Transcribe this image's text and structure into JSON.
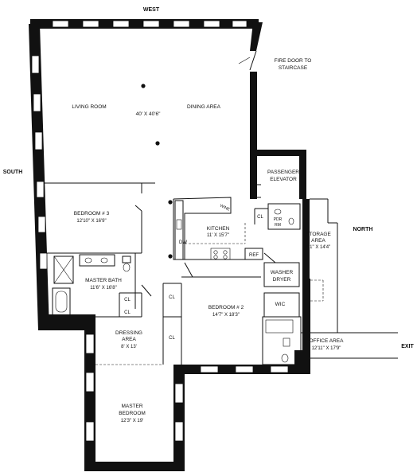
{
  "compass": {
    "west": "WEST",
    "south": "SOUTH",
    "north": "NORTH",
    "exit": "EXIT"
  },
  "labels": {
    "fire_door_line1": "FIRE DOOR TO",
    "fire_door_line2": "STAIRCASE",
    "living_room": "LIVING ROOM",
    "living_dims": "40' X 40'6\"",
    "dining_area": "DINING AREA",
    "passenger_elevator_line1": "PASSENGER",
    "passenger_elevator_line2": "ELEVATOR",
    "bedroom3": "BEDROOM # 3",
    "bedroom3_dims": "12'10\" X 16'9\"",
    "wine": "WINE",
    "kitchen": "KITCHEN",
    "kitchen_dims": "11' X 15'7\"",
    "dw": "DW",
    "ref": "REF",
    "cl": "CL",
    "pdr_line1": "PDR",
    "pdr_line2": "RM",
    "storage_line1": "STORAGE",
    "storage_line2": "AREA",
    "storage_dims": "6'1\" X 14'4\"",
    "master_bath": "MASTER BATH",
    "master_bath_dims": "11'6\" X 16'8\"",
    "washer_line1": "WASHER",
    "washer_line2": "DRYER",
    "bedroom2": "BEDROOM # 2",
    "bedroom2_dims": "14'7\" X 18'3\"",
    "wic": "WIC",
    "dressing_line1": "DRESSING",
    "dressing_line2": "AREA",
    "dressing_dims": "8' X 13'",
    "office": "OFFICE AREA",
    "office_dims": "12'11\" X 17'9\"",
    "master_bed_line1": "MASTER",
    "master_bed_line2": "BEDROOM",
    "master_bed_dims": "12'3\" X 19'"
  },
  "colors": {
    "wall": "#111111",
    "background": "#ffffff"
  }
}
